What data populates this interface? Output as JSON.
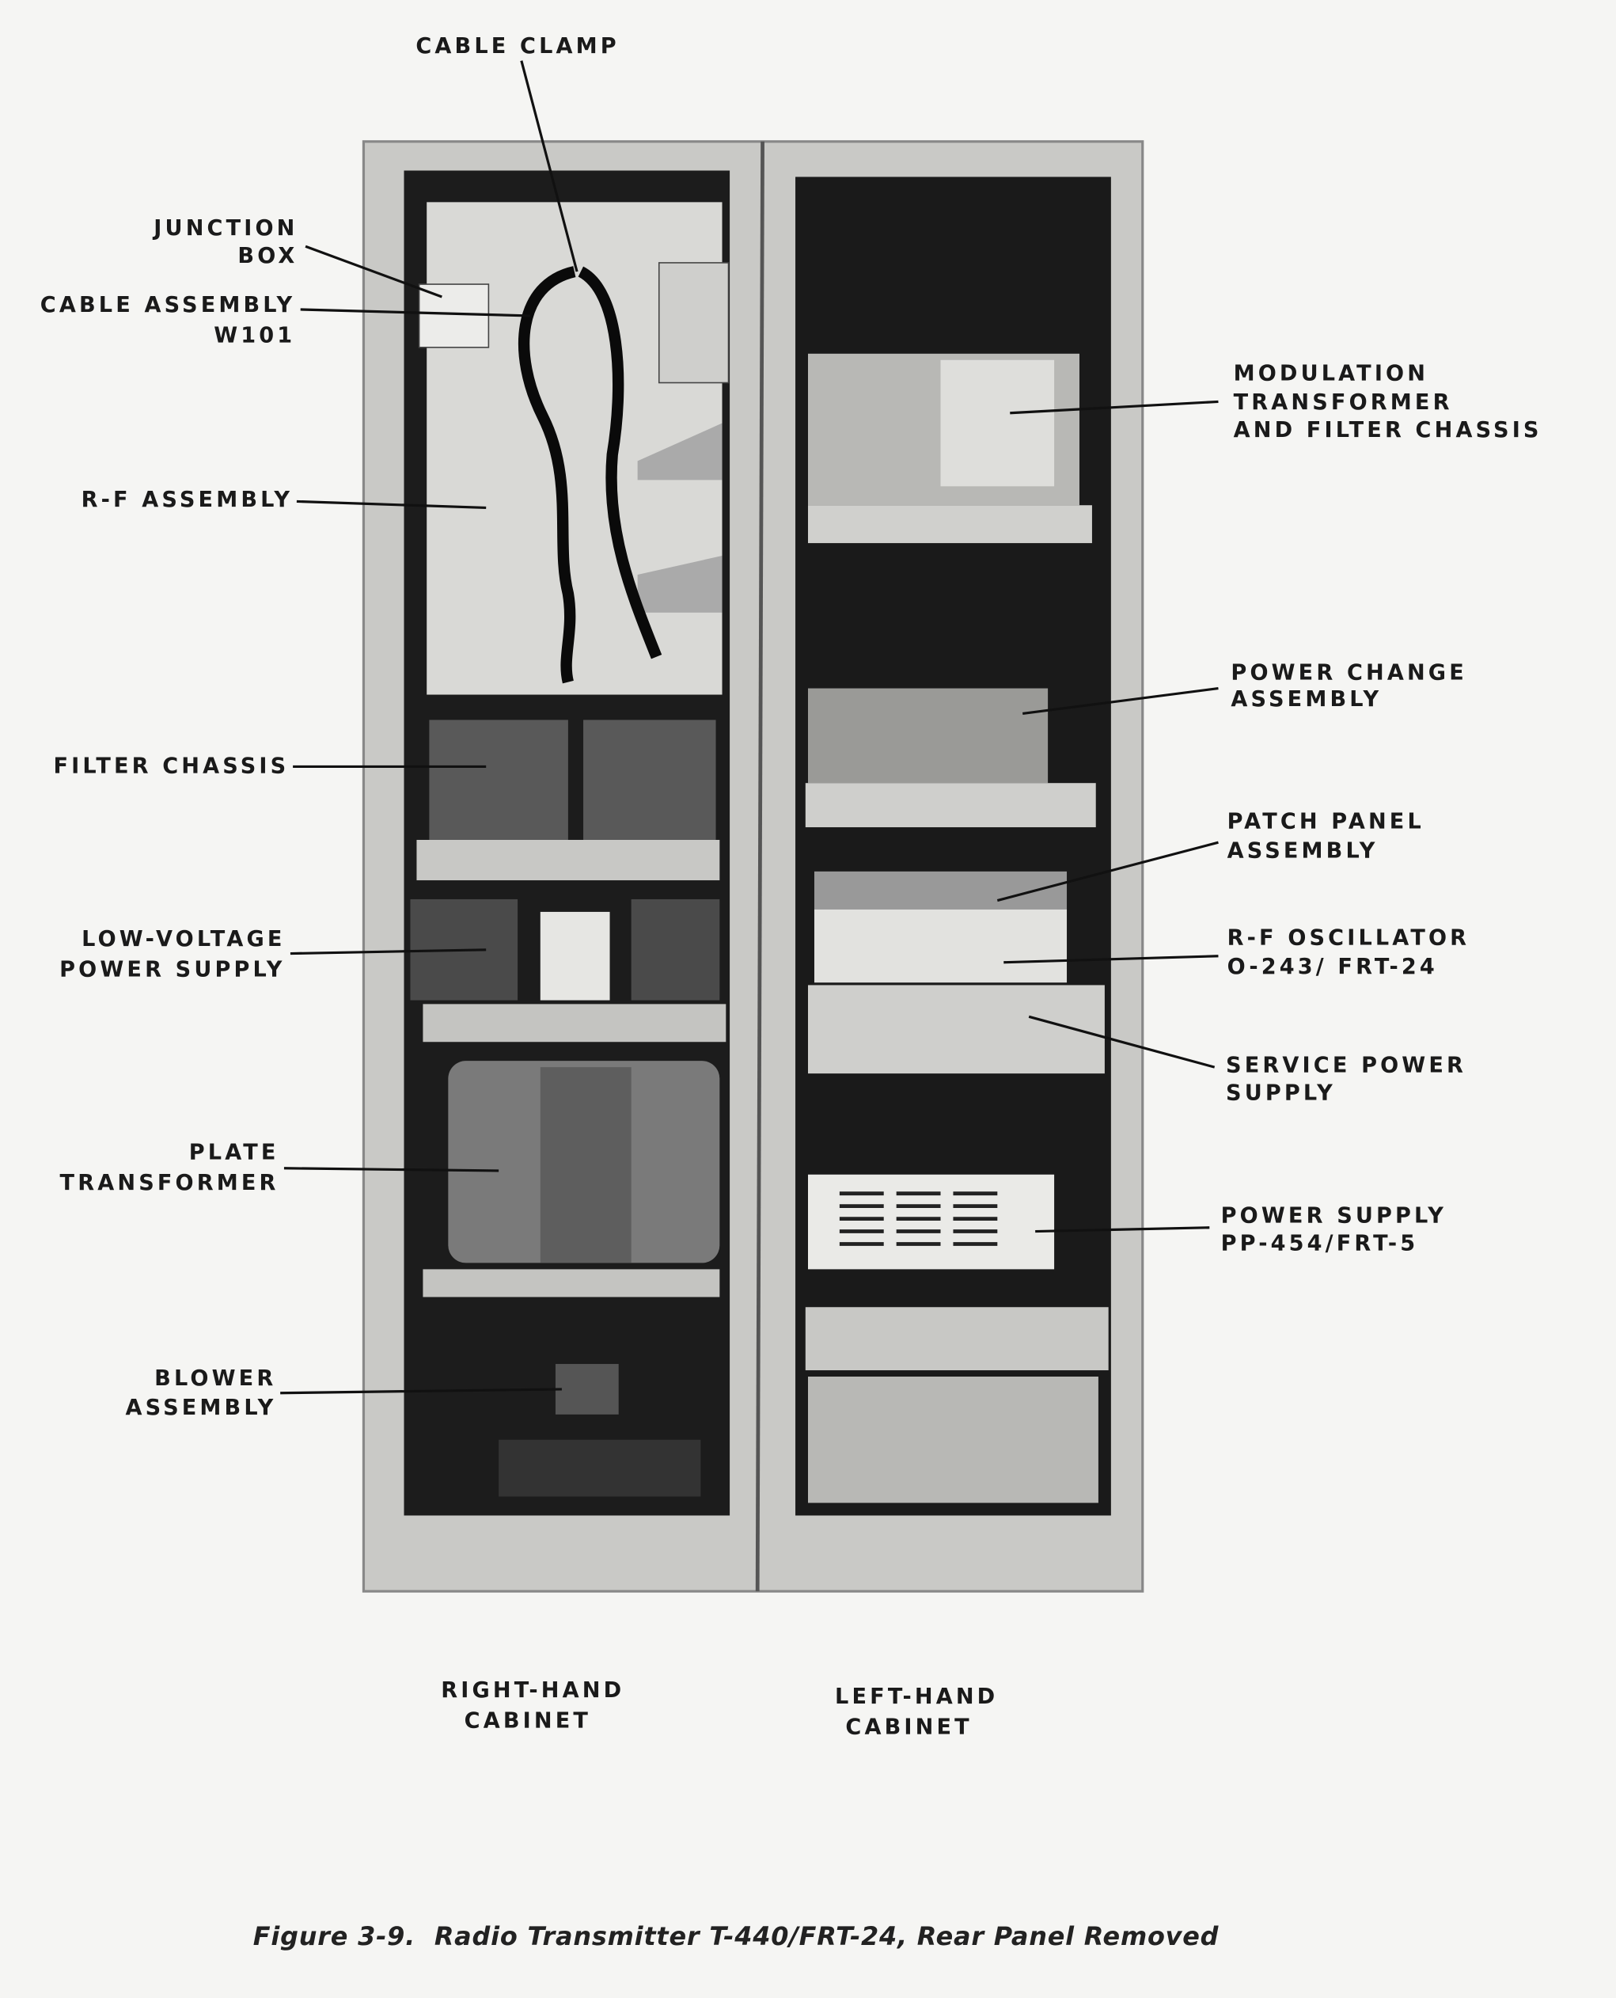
{
  "figure": {
    "caption": "Figure 3-9.  Radio Transmitter T-440/FRT-24, Rear Panel Removed"
  },
  "left_labels": {
    "cable_clamp": [
      "CABLE CLAMP"
    ],
    "junction_box": [
      "JUNCTION",
      "BOX"
    ],
    "cable_assembly": [
      "CABLE ASSEMBLY",
      "W101"
    ],
    "rf_assembly": [
      "R-F ASSEMBLY"
    ],
    "filter_chassis": [
      "FILTER CHASSIS"
    ],
    "low_voltage": [
      "LOW-VOLTAGE",
      "POWER SUPPLY"
    ],
    "plate_transformer": [
      "PLATE",
      "TRANSFORMER"
    ],
    "blower": [
      "BLOWER",
      "ASSEMBLY"
    ]
  },
  "right_labels": {
    "modulation": [
      "MODULATION",
      "TRANSFORMER",
      "AND FILTER CHASSIS"
    ],
    "power_change": [
      "POWER CHANGE",
      "ASSEMBLY"
    ],
    "patch_panel": [
      "PATCH PANEL",
      "ASSEMBLY"
    ],
    "rf_oscillator": [
      "R-F OSCILLATOR",
      "O-243/ FRT-24"
    ],
    "service_power": [
      "SERVICE POWER",
      "SUPPLY"
    ],
    "power_supply": [
      "POWER SUPPLY",
      "PP-454/FRT-5"
    ]
  },
  "cabinets": {
    "right_hand": [
      "RIGHT-HAND",
      "CABINET"
    ],
    "left_hand": [
      "LEFT-HAND",
      "CABINET"
    ]
  }
}
